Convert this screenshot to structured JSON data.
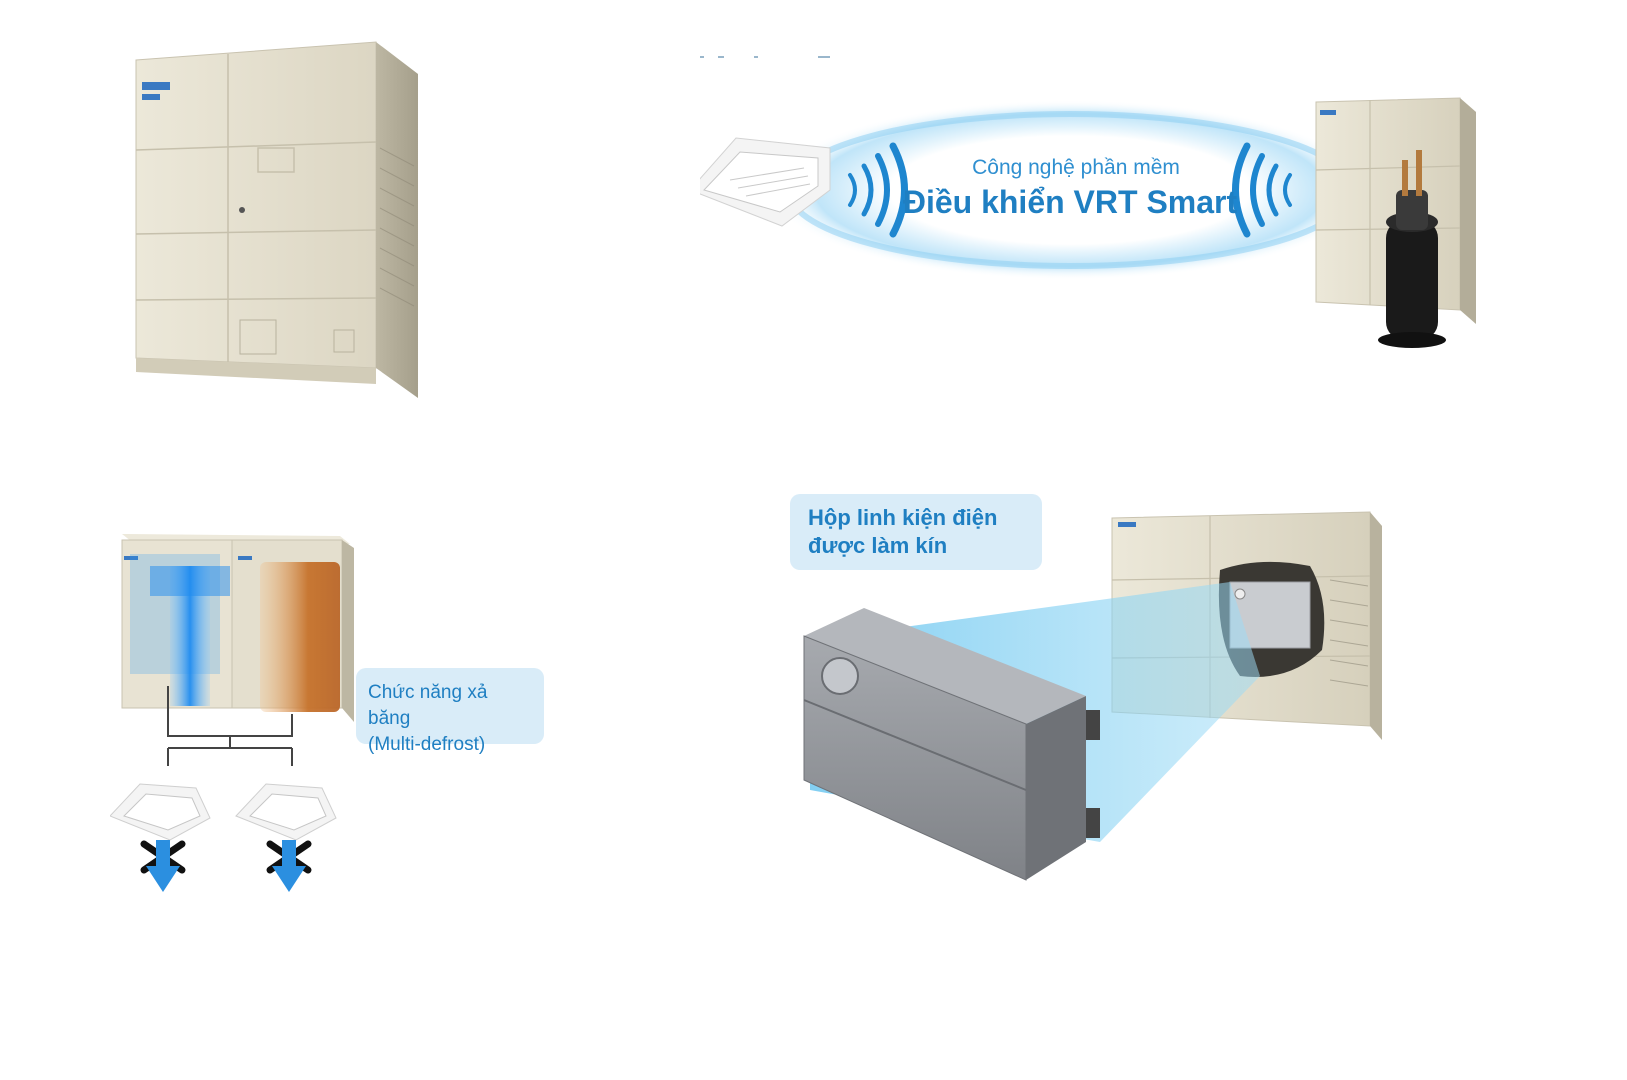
{
  "vrt_smart": {
    "subtitle": "Công nghệ phần mềm",
    "title": "Điều khiển VRT Smart"
  },
  "multi_defrost": {
    "line1": "Chức năng xả băng",
    "line2": "(Multi-defrost)"
  },
  "sealed_box": {
    "line1": "Hộp linh kiện điện",
    "line2": "được làm kín"
  },
  "colors": {
    "accent_blue": "#1f7fc2",
    "callout_bg": "#d9ecf8",
    "unit_beige": "#e8e3d3",
    "box_gray": "#8e9196"
  }
}
